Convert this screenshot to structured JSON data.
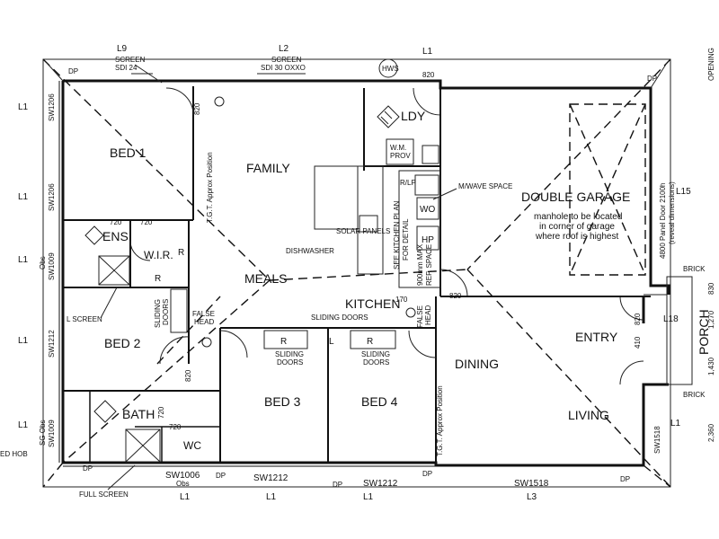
{
  "rooms": {
    "bed1": "BED 1",
    "family": "FAMILY",
    "ldy": "LDY",
    "double_garage": "DOUBLE GARAGE",
    "ens": "ENS",
    "wir": "W.I.R.",
    "meals": "MEALS",
    "kitchen": "KITCHEN",
    "bed2": "BED 2",
    "bed3": "BED 3",
    "bed4": "BED 4",
    "dining": "DINING",
    "entry": "ENTRY",
    "bath": "BATH",
    "living": "LIVING",
    "wc": "WC",
    "porch": "PORCH"
  },
  "labels": {
    "l9": "L9",
    "l2": "L2",
    "l1_top": "L1",
    "screen_sdi24": "SCREEN",
    "sdi24": "SDI 24",
    "screen_sdi30": "SCREEN",
    "sdi30": "SDI 30 OXXO",
    "hws": "HWS",
    "d820_top": "820",
    "d820_bed1": "820",
    "opening": "OPENING",
    "l1_left1": "L1",
    "sw1206a": "SW1206",
    "sw1206b": "SW1206",
    "l1_left2": "L1",
    "tgt1": "T.G.T. Approx Position",
    "wm_prov": "W.M.",
    "wm_prov2": "PROV",
    "mwave": "M/WAVE SPACE",
    "rlp": "R/LP",
    "wo": "WO",
    "hp": "HP",
    "see_kitchen1": "SEE KITCHEN PLAN",
    "see_kitchen2": "FOR DETAIL",
    "solar_panels": "SOLAR PANELS",
    "dishwasher": "DISHWASHER",
    "fridge1": "900mm MAX",
    "fridge2": "REF. SPACE",
    "manhole1": "manhole to be located",
    "manhole2": "in corner of garage",
    "manhole3": "where roof is highest",
    "panel_door": "4800 Panel Door 2100h",
    "panel_door2": "(reveal dimensions)",
    "l15": "L15",
    "d720a": "720",
    "d720b": "720",
    "sw1009a": "SW1009",
    "obs_a": "Obs",
    "l1_left3": "L1",
    "r1": "R",
    "r2": "R",
    "brick1": "BRICK",
    "d820_garage": "820",
    "d170": "170",
    "l_screen": "L SCREEN",
    "sliding_doors1": "SLIDING",
    "sliding_doors1b": "DOORS",
    "false_head1": "FALSE",
    "false_head1b": "HEAD",
    "sliding_doors2": "SLIDING DOORS",
    "false_head2": "FALSE",
    "false_head2b": "HEAD",
    "d820_entry": "820",
    "l18": "L18",
    "d410": "410",
    "sw1212_left": "SW1212",
    "l1_left4": "L1",
    "r3": "R",
    "l_mark": "L",
    "r4": "R",
    "sliding_doors3": "SLIDING",
    "sliding_doors3b": "DOORS",
    "sliding_doors4": "SLIDING",
    "sliding_doors4b": "DOORS",
    "d820_bed2": "820",
    "tgt2": "T.G.T. Approx Position",
    "brick2": "BRICK",
    "d720c": "720",
    "d720d": "720",
    "sg_obs": "SG Obs",
    "sw1009b": "SW1009",
    "l1_left5": "L1",
    "ed_hob": "ED HOB",
    "sw1518": "SW1518",
    "l1_right": "L1",
    "dim_2360": "2,360",
    "dim_1430": "1,430",
    "dim_1270": "1,270",
    "dim_830": "830",
    "dp1": "DP",
    "dp2": "DP",
    "dp3": "DP",
    "dp4": "DP",
    "dp5": "DP",
    "dp6": "DP",
    "dp7": "DP",
    "sw1006": "SW1006",
    "obs_b": "Obs",
    "sw1212_b1": "SW1212",
    "sw1212_b2": "SW1212",
    "sw1518_b": "SW1518",
    "full_screen": "FULL SCREEN",
    "l1_b1": "L1",
    "l1_b2": "L1",
    "l1_b3": "L1",
    "l3": "L3"
  }
}
